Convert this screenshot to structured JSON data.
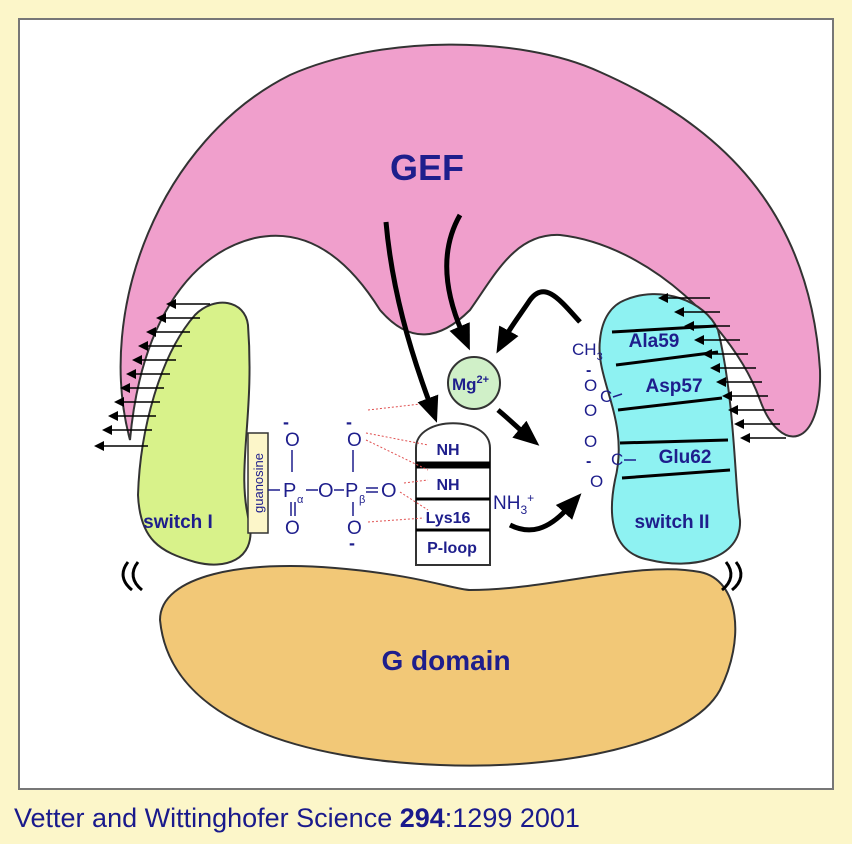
{
  "labels": {
    "gef": "GEF",
    "g_domain": "G domain",
    "switch1": "switch I",
    "switch2": "switch II",
    "guanosine": "guanosine",
    "mg_base": "Mg",
    "mg_sup": "2+",
    "ploop": [
      "NH",
      "NH",
      "Lys16",
      "P-loop"
    ],
    "ala59": "Ala59",
    "asp57": "Asp57",
    "glu62": "Glu62",
    "ch3_base": "CH",
    "ch3_sub": "3",
    "nh3_base": "NH",
    "nh3_sub": "3",
    "nh3_sup": "+",
    "p": "P",
    "o": "O",
    "alpha": "α",
    "beta": "β",
    "minus": "-",
    "c": "C"
  },
  "citation": {
    "authors": "Vetter and Wittinghofer Science ",
    "volume": "294",
    "rest": ":1299 2001"
  },
  "colors": {
    "background": "#fcf6c9",
    "panel": "#ffffff",
    "gef": "#f09fcc",
    "g_domain": "#f2c877",
    "switch1": "#d8f28a",
    "switch2": "#8ef2f2",
    "mg": "#d0f0c8",
    "text": "#1e1e8c"
  }
}
